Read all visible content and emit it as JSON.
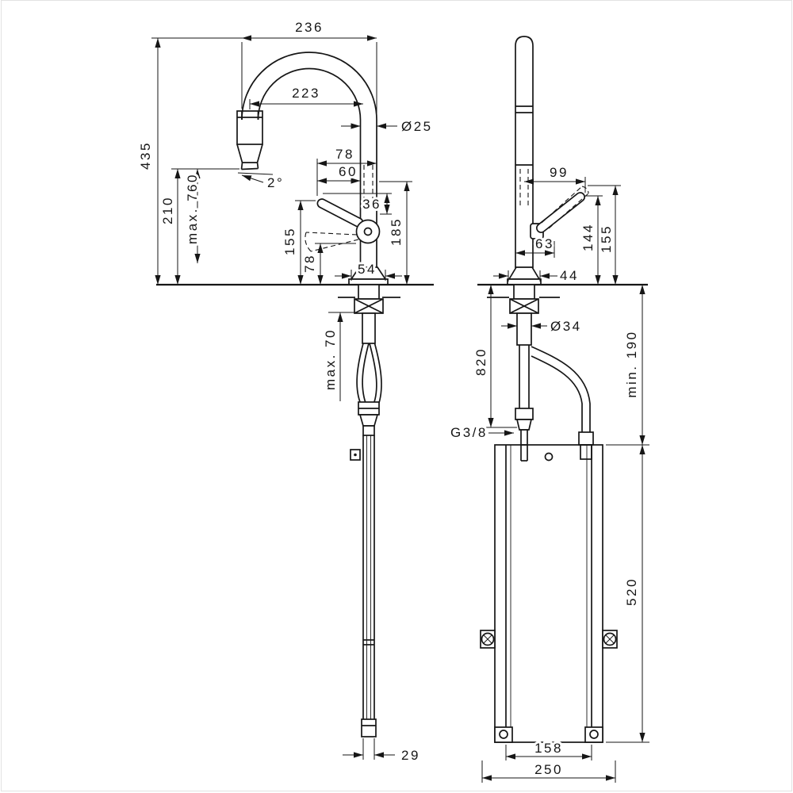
{
  "meta": {
    "type": "technical-dimension-drawing",
    "views": [
      "front",
      "side"
    ]
  },
  "front_view": {
    "spout_width_top": "236",
    "spout_width_inner": "223",
    "spout_pipe_diameter": "Ø25",
    "total_height": "435",
    "outlet_height": "210",
    "max_outlet_above_floor": "max. 760",
    "spray_angle": "2°",
    "handle_reach_upper": "78",
    "handle_reach_lower": "60",
    "handle_drop": "36",
    "handle_height": "155",
    "body_height": "185",
    "base_clearance": "78",
    "base_width": "54",
    "max_deck_thickness": "max. 70",
    "hose_width": "29"
  },
  "side_view": {
    "handle_projection": "99",
    "handle_height_inner": "144",
    "handle_height_outer": "155",
    "handle_offset": "63",
    "base_depth": "44",
    "hose_length": "820",
    "shank_diameter": "Ø34",
    "hose_thread": "G3/8",
    "min_clearance": "min. 190",
    "bracket_height": "520",
    "bracket_inner_width": "158",
    "bracket_overall_width": "250"
  }
}
